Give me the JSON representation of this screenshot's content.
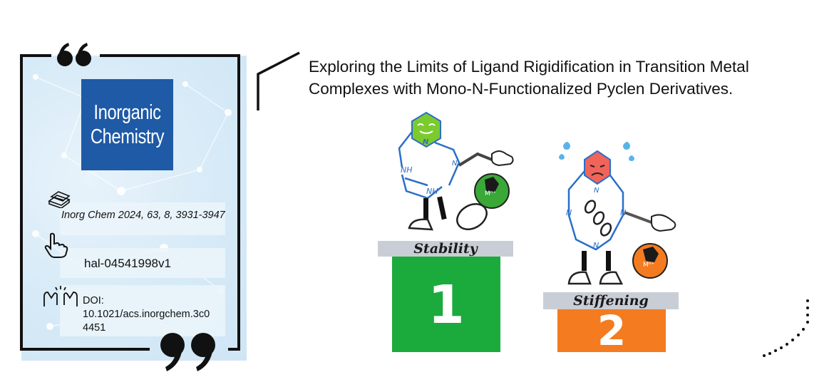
{
  "journal": {
    "line1": "Inorganic",
    "line2": "Chemistry"
  },
  "citation": "Inorg Chem 2024, 63, 8, 3931-3947",
  "hal_id": "hal-04541998v1",
  "doi": {
    "label": "DOI:",
    "line1": "10.1021/acs.inorgchem.3c0",
    "line2": "4451"
  },
  "title": {
    "line1": "Exploring the Limits of Ligand Rigidification in Transition Metal",
    "line2": "Complexes with Mono-N-Functionalized Pyclen Derivatives."
  },
  "podium": {
    "first": {
      "label": "Stability",
      "rank": "1",
      "color": "#1aab3c"
    },
    "second": {
      "label": "Stiffening",
      "rank": "2",
      "color": "#f47b20"
    }
  },
  "molecule": {
    "n_label": "N",
    "nh_label": "NH",
    "metal_label": "Mⁿ⁺",
    "happy_color": "#7ccb2e",
    "sad_color": "#f0645a"
  },
  "colors": {
    "brand_blue": "#1f5aa6",
    "frame": "#111111"
  },
  "icons": [
    "quote-open-icon",
    "quote-close-icon",
    "book-stack-icon",
    "pointer-hand-icon",
    "hands-icon"
  ]
}
